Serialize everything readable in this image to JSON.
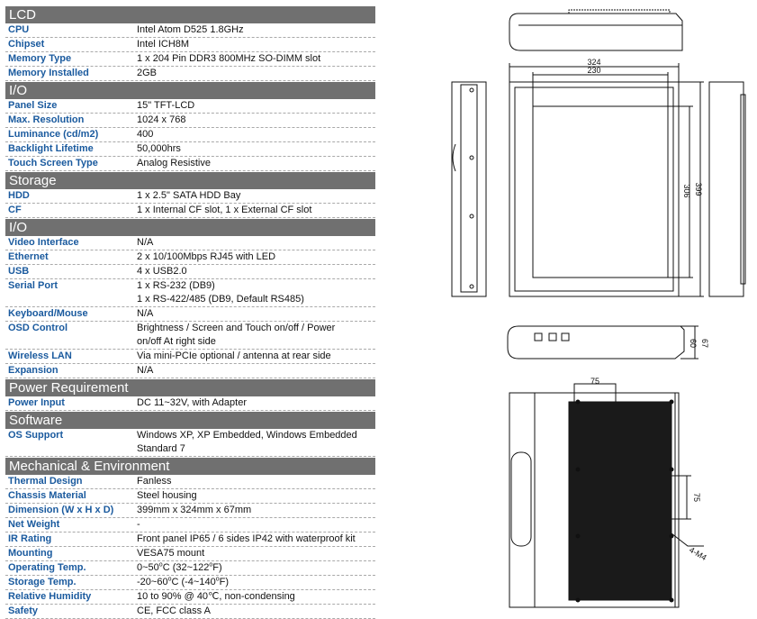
{
  "spec_table": {
    "sections": [
      {
        "title": "LCD",
        "rows": [
          {
            "label": "CPU",
            "value": "Intel Atom D525 1.8GHz"
          },
          {
            "label": "Chipset",
            "value": "Intel ICH8M"
          },
          {
            "label": "Memory Type",
            "value": "1 x 204 Pin DDR3 800MHz SO-DIMM slot"
          },
          {
            "label": "Memory Installed",
            "value": "2GB"
          }
        ]
      },
      {
        "title": "I/O",
        "rows": [
          {
            "label": "Panel Size",
            "value": "15\" TFT-LCD"
          },
          {
            "label": "Max. Resolution",
            "value": "1024 x 768"
          },
          {
            "label": "Luminance (cd/m2)",
            "value": "400"
          },
          {
            "label": "Backlight Lifetime",
            "value": "50,000hrs"
          },
          {
            "label": "Touch Screen Type",
            "value": "Analog Resistive"
          }
        ]
      },
      {
        "title": "Storage",
        "rows": [
          {
            "label": "HDD",
            "value": "1 x 2.5\" SATA HDD Bay"
          },
          {
            "label": "CF",
            "value": "1 x Internal CF slot, 1 x External CF slot"
          }
        ]
      },
      {
        "title": "I/O",
        "rows": [
          {
            "label": "Video Interface",
            "value": "N/A"
          },
          {
            "label": "Ethernet",
            "value": "2 x 10/100Mbps RJ45 with LED"
          },
          {
            "label": "USB",
            "value": "4 x USB2.0"
          },
          {
            "label": "Serial Port",
            "value": "1 x RS-232 (DB9)",
            "value2": "1 x RS-422/485 (DB9, Default RS485)"
          },
          {
            "label": "Keyboard/Mouse",
            "value": "N/A"
          },
          {
            "label": "OSD Control",
            "value": "Brightness / Screen and Touch on/off / Power",
            "value2": "on/off At right side"
          },
          {
            "label": "Wireless LAN",
            "value": "Via mini-PCIe optional / antenna at rear side"
          },
          {
            "label": "Expansion",
            "value": "N/A"
          }
        ]
      },
      {
        "title": "Power Requirement",
        "rows": [
          {
            "label": "Power Input",
            "value": "DC 11~32V, with Adapter"
          }
        ]
      },
      {
        "title": "Software",
        "rows": [
          {
            "label": "OS Support",
            "value": "Windows XP, XP Embedded, Windows Embedded",
            "value2": "Standard 7"
          }
        ]
      },
      {
        "title": "Mechanical & Environment",
        "rows": [
          {
            "label": "Thermal Design",
            "value": "Fanless"
          },
          {
            "label": "Chassis Material",
            "value": "Steel housing"
          },
          {
            "label": "Dimension (W x H x D)",
            "value": "399mm x 324mm x 67mm"
          },
          {
            "label": "Net Weight",
            "value": "-"
          },
          {
            "label": "IR Rating",
            "value": "Front panel IP65 / 6 sides IP42 with waterproof kit"
          },
          {
            "label": "Mounting",
            "value": "VESA75 mount"
          },
          {
            "label": "Operating Temp.",
            "value_html": "0~50<sup>o</sup>C (32~122<sup>o</sup>F)"
          },
          {
            "label": "Storage Temp.",
            "value_html": "-20~60<sup>o</sup>C (-4~140<sup>o</sup>F)"
          },
          {
            "label": "Relative Humidity",
            "value": "10 to 90% @ 40℃, non-condensing"
          },
          {
            "label": "Safety",
            "value": "CE, FCC class A"
          }
        ]
      }
    ]
  },
  "drawings": {
    "front_width": "324",
    "screen_width": "230",
    "screen_height": "306",
    "front_height": "399",
    "depth": "67",
    "bottom_depth": "60",
    "vesa_h": "75",
    "vesa_v": "75",
    "screw_note": "4-M4"
  },
  "colors": {
    "section_bg": "#707070",
    "label": "#1a5a9e"
  }
}
